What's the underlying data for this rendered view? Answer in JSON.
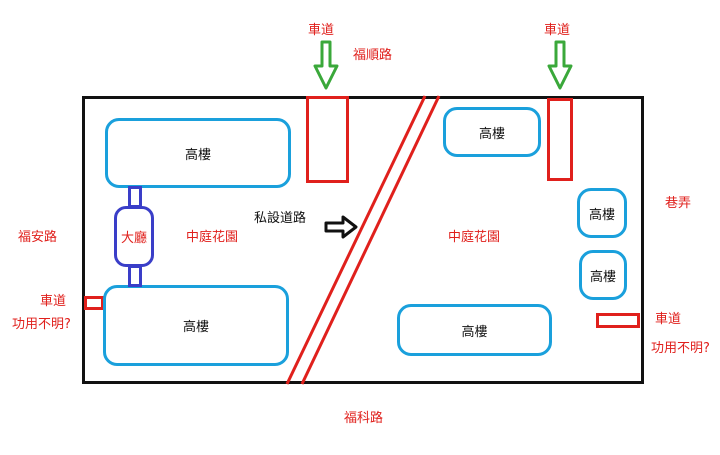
{
  "colors": {
    "road_red": "#e0201c",
    "building_blue": "#1aa0dc",
    "hall_blue": "#3a3ec8",
    "arrow_green": "#3aa83a",
    "outline_black": "#111111"
  },
  "labels": {
    "roads": {
      "north": "福順路",
      "south": "福科路",
      "west": "福安路",
      "east_alley": "巷弄"
    },
    "driveway_top_left": "車道",
    "driveway_top_right": "車道",
    "driveway_left": "車道",
    "driveway_left_note": "功用不明?",
    "driveway_right": "車道",
    "driveway_right_note": "功用不明?",
    "private_road": "私設道路",
    "courtyard_left": "中庭花園",
    "courtyard_right": "中庭花園",
    "hall": "大廳"
  },
  "buildings": [
    {
      "label": "高樓"
    },
    {
      "label": "高樓"
    },
    {
      "label": "高樓"
    },
    {
      "label": "高樓"
    },
    {
      "label": "高樓"
    },
    {
      "label": "高樓"
    }
  ]
}
